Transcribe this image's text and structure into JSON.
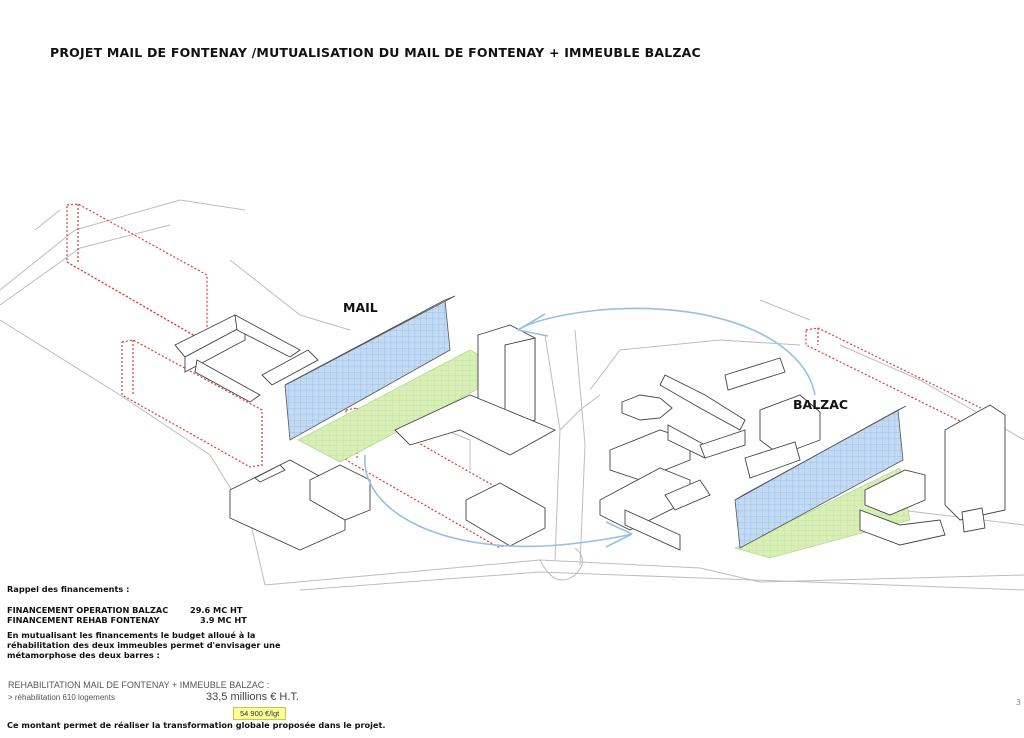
{
  "title": "PROJET MAIL DE FONTENAY /MUTUALISATION DU MAIL DE FONTENAY + IMMEUBLE BALZAC",
  "labels": {
    "mail": "MAIL",
    "balzac": "BALZAC"
  },
  "financing": {
    "heading": "Rappel des financements :",
    "items": [
      {
        "label": "FINANCEMENT OPERATION BALZAC",
        "value": "29.6 MC HT"
      },
      {
        "label": "FINANCEMENT REHAB FONTENAY",
        "value": "3.9 MC HT"
      }
    ],
    "paragraph": [
      "En mutualisant les financements le budget alloué à la",
      "réhabilitation des deux immeubles permet d'envisager une",
      "métamorphose des deux barres :"
    ]
  },
  "rehab": {
    "title": "REHABILITATION MAIL DE FONTENAY + IMMEUBLE BALZAC :",
    "detail": "> réhabilitation 610 logements",
    "amount": "33,5 millions € H.T.",
    "per_unit": "54 900 €/lgt"
  },
  "conclusion": "Ce montant permet de réaliser la transformation globale proposée dans le projet.",
  "page_marker": "3",
  "colors": {
    "red_outline": "#e03a3a",
    "blue_facade": "#a9c9ee",
    "green_parking": "#d4ecb2",
    "arrow": "#a8c8ea"
  }
}
